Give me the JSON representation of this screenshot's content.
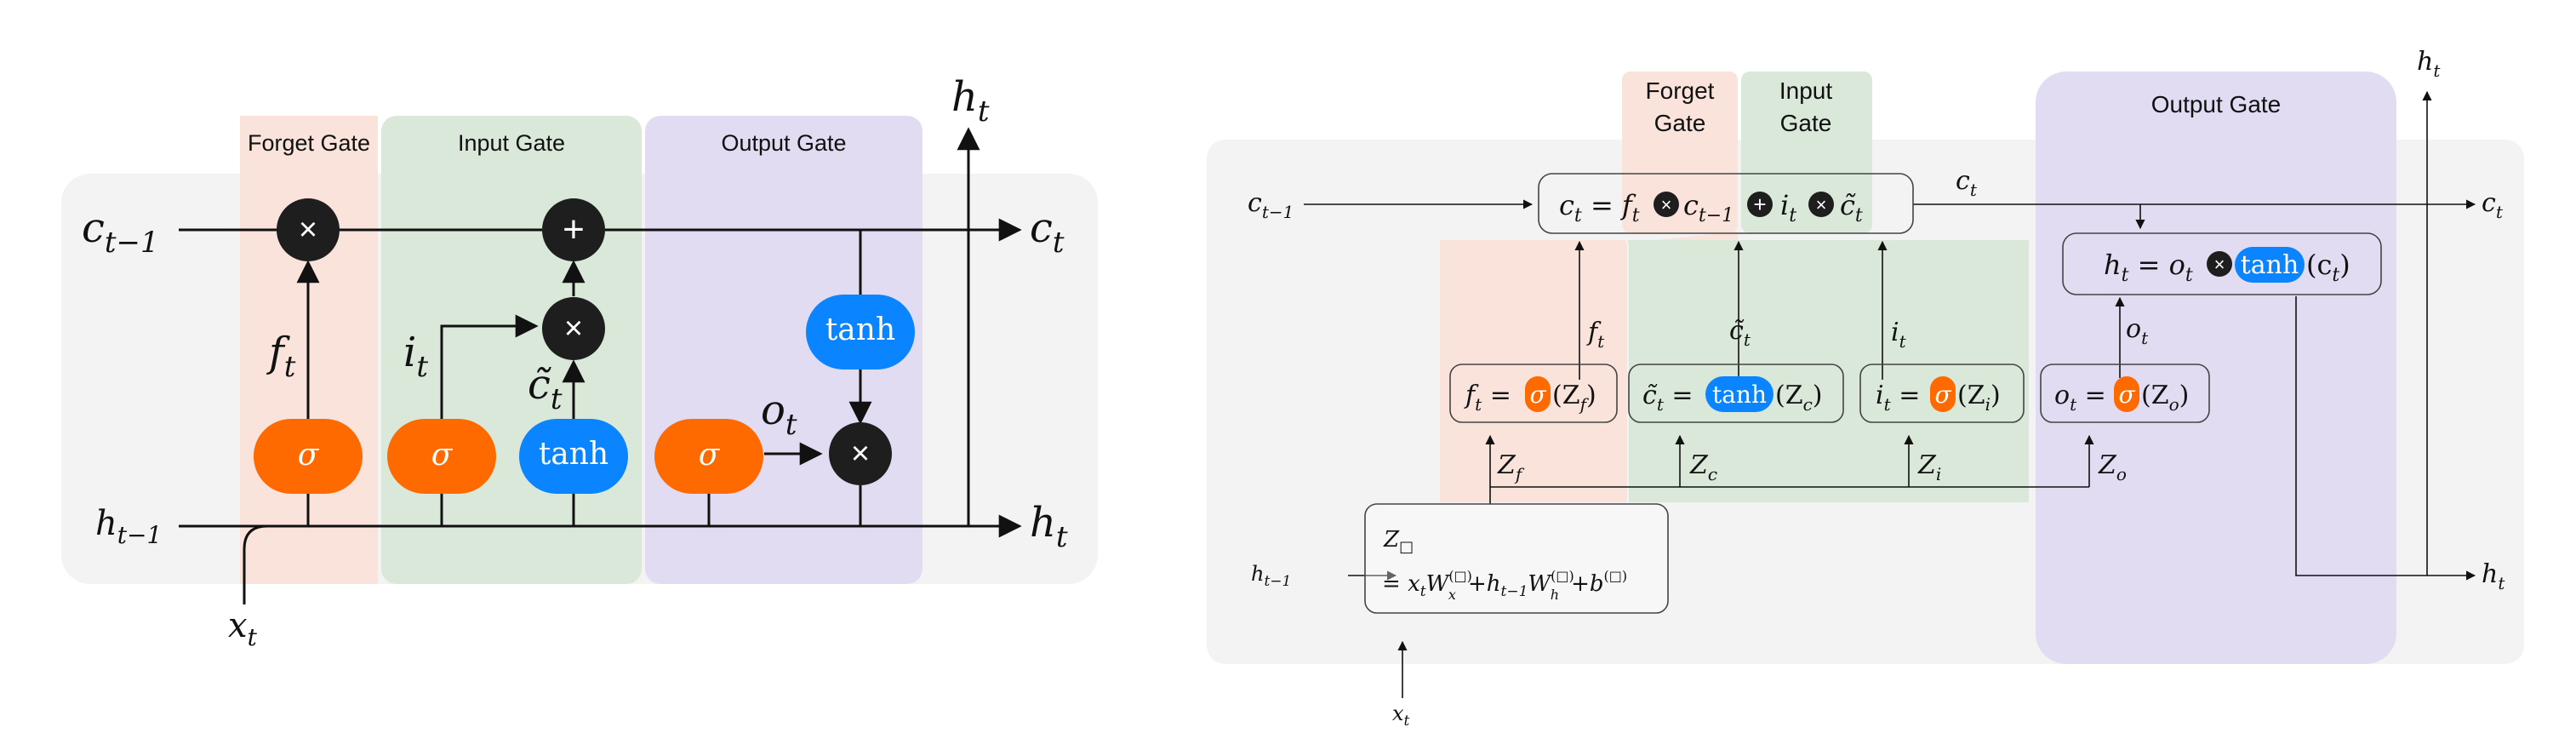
{
  "colors": {
    "forget": "#f9e3da",
    "input": "#d9e8d9",
    "output": "#e2dcf3",
    "panel": "#f3f3f3",
    "sigma_fill": "#ff6a00",
    "tanh_fill": "#0a84ff",
    "op_fill": "#1e1e1e",
    "line": "#111111"
  },
  "left": {
    "gates": {
      "forget": "Forget Gate",
      "input": "Input Gate",
      "output": "Output Gate"
    },
    "labels": {
      "c_prev": "c",
      "c_prev_sub": "t−1",
      "c_next": "c",
      "c_next_sub": "t",
      "h_prev": "h",
      "h_prev_sub": "t−1",
      "h_next": "h",
      "h_next_sub": "t",
      "h_top": "h",
      "h_top_sub": "t",
      "x": "x",
      "x_sub": "t",
      "f": "f",
      "f_sub": "t",
      "i": "i",
      "i_sub": "t",
      "c_tilde": "c̃",
      "c_tilde_sub": "t",
      "o": "o",
      "o_sub": "t"
    },
    "nodes": {
      "sigma": "σ",
      "tanh": "tanh",
      "times": "×",
      "plus": "+"
    }
  },
  "right": {
    "gates": {
      "forget_1": "Forget",
      "forget_2": "Gate",
      "input_1": "Input",
      "input_2": "Gate",
      "output": "Output Gate"
    },
    "labels": {
      "c_prev": "c",
      "c_prev_sub": "t−1",
      "c_mid": "c",
      "c_mid_sub": "t",
      "c_next": "c",
      "c_next_sub": "t",
      "h_prev": "h",
      "h_prev_sub": "t−1",
      "h_next": "h",
      "h_next_sub": "t",
      "h_top": "h",
      "h_top_sub": "t",
      "x": "x",
      "x_sub": "t",
      "f": "f",
      "f_sub": "t",
      "c_tilde": "c̃",
      "c_tilde_sub": "t",
      "i": "i",
      "i_sub": "t",
      "o": "o",
      "o_sub": "t",
      "zf": "Z",
      "zf_sub": "f",
      "zc": "Z",
      "zc_sub": "c",
      "zi": "Z",
      "zi_sub": "i",
      "zo": "Z",
      "zo_sub": "o"
    },
    "cell_eq": {
      "c": "c",
      "c_sub": "t",
      "eq": " = ",
      "f": "f",
      "f_sub": "t",
      "c_prev": "c",
      "c_prev_sub": "t−1",
      "i": "i",
      "i_sub": "t",
      "c_tilde": "c̃",
      "c_tilde_sub": "t"
    },
    "h_eq": {
      "h": "h",
      "h_sub": "t",
      "eq": " = ",
      "o": "o",
      "o_sub": "t",
      "tanh": "tanh",
      "arg": "(c",
      "arg_sub": "t",
      "close": ")"
    },
    "gate_eqs": {
      "f_lhs": "f",
      "f_lhs_sub": "t",
      "f_fn": "σ",
      "f_arg": "(Z",
      "f_arg_sub": "f",
      "c_lhs": "c̃",
      "c_lhs_sub": "t",
      "c_fn": "tanh",
      "c_arg": "(Z",
      "c_arg_sub": "c",
      "i_lhs": "i",
      "i_lhs_sub": "t",
      "i_fn": "σ",
      "i_arg": "(Z",
      "i_arg_sub": "i",
      "o_lhs": "o",
      "o_lhs_sub": "t",
      "o_fn": "σ",
      "o_arg": "(Z",
      "o_arg_sub": "o",
      "eq": " =",
      "close": ")"
    },
    "z_box": {
      "line1": "Z",
      "line1_sub": "□",
      "eq": "= ",
      "x": "x",
      "x_sub": "t",
      "w": "W",
      "w_sup": "(□)",
      "w_sub": "x",
      "plus1": "+",
      "h": "h",
      "h_sub": "t−1",
      "w2": "W",
      "w2_sup": "(□)",
      "w2_sub": "h",
      "plus2": "+",
      "b": "b",
      "b_sup": "(□)"
    }
  }
}
